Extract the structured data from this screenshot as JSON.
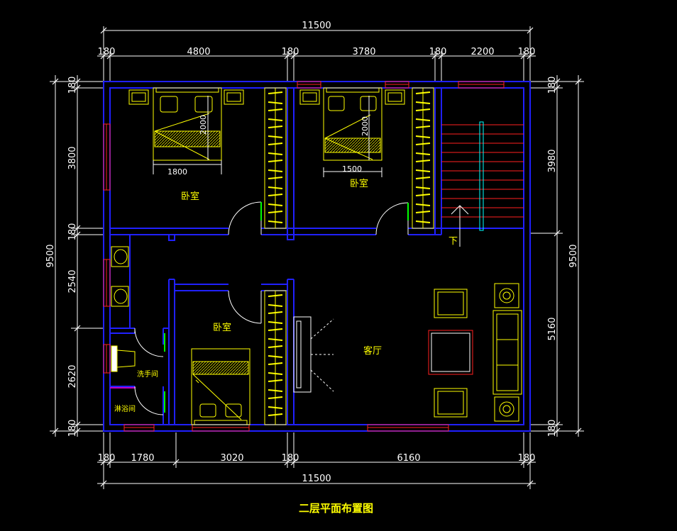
{
  "title": "二层平面布置图",
  "colors": {
    "wall": "#2020ff",
    "dim": "#ffffff",
    "furniture": "#ffff00",
    "window": "#ff2020",
    "stair": "#ff2020",
    "rail": "#00ffff",
    "door": "#ffffff"
  },
  "dims": {
    "top_total": "11500",
    "top": [
      "180",
      "4800",
      "180",
      "3780",
      "180",
      "2200",
      "180"
    ],
    "bottom": [
      "180",
      "1780",
      "3020",
      "180",
      "6160",
      "180"
    ],
    "bottom_total": "11500",
    "left": [
      "180",
      "3800",
      "180",
      "2540",
      "2620",
      "180"
    ],
    "left_total": "9500",
    "right": [
      "180",
      "3980",
      "5160",
      "180"
    ],
    "right_total": "9500"
  },
  "rooms": {
    "bedroom1": "卧室",
    "bedroom2": "卧室",
    "bedroom3": "卧室",
    "living": "客厅",
    "washroom": "洗手间",
    "shower": "淋浴间"
  },
  "stair_label": "下",
  "bed_dims": {
    "bed1_width": "1800",
    "bed1_length": "2000",
    "bed2_width": "1500",
    "bed2_length": "2000"
  }
}
